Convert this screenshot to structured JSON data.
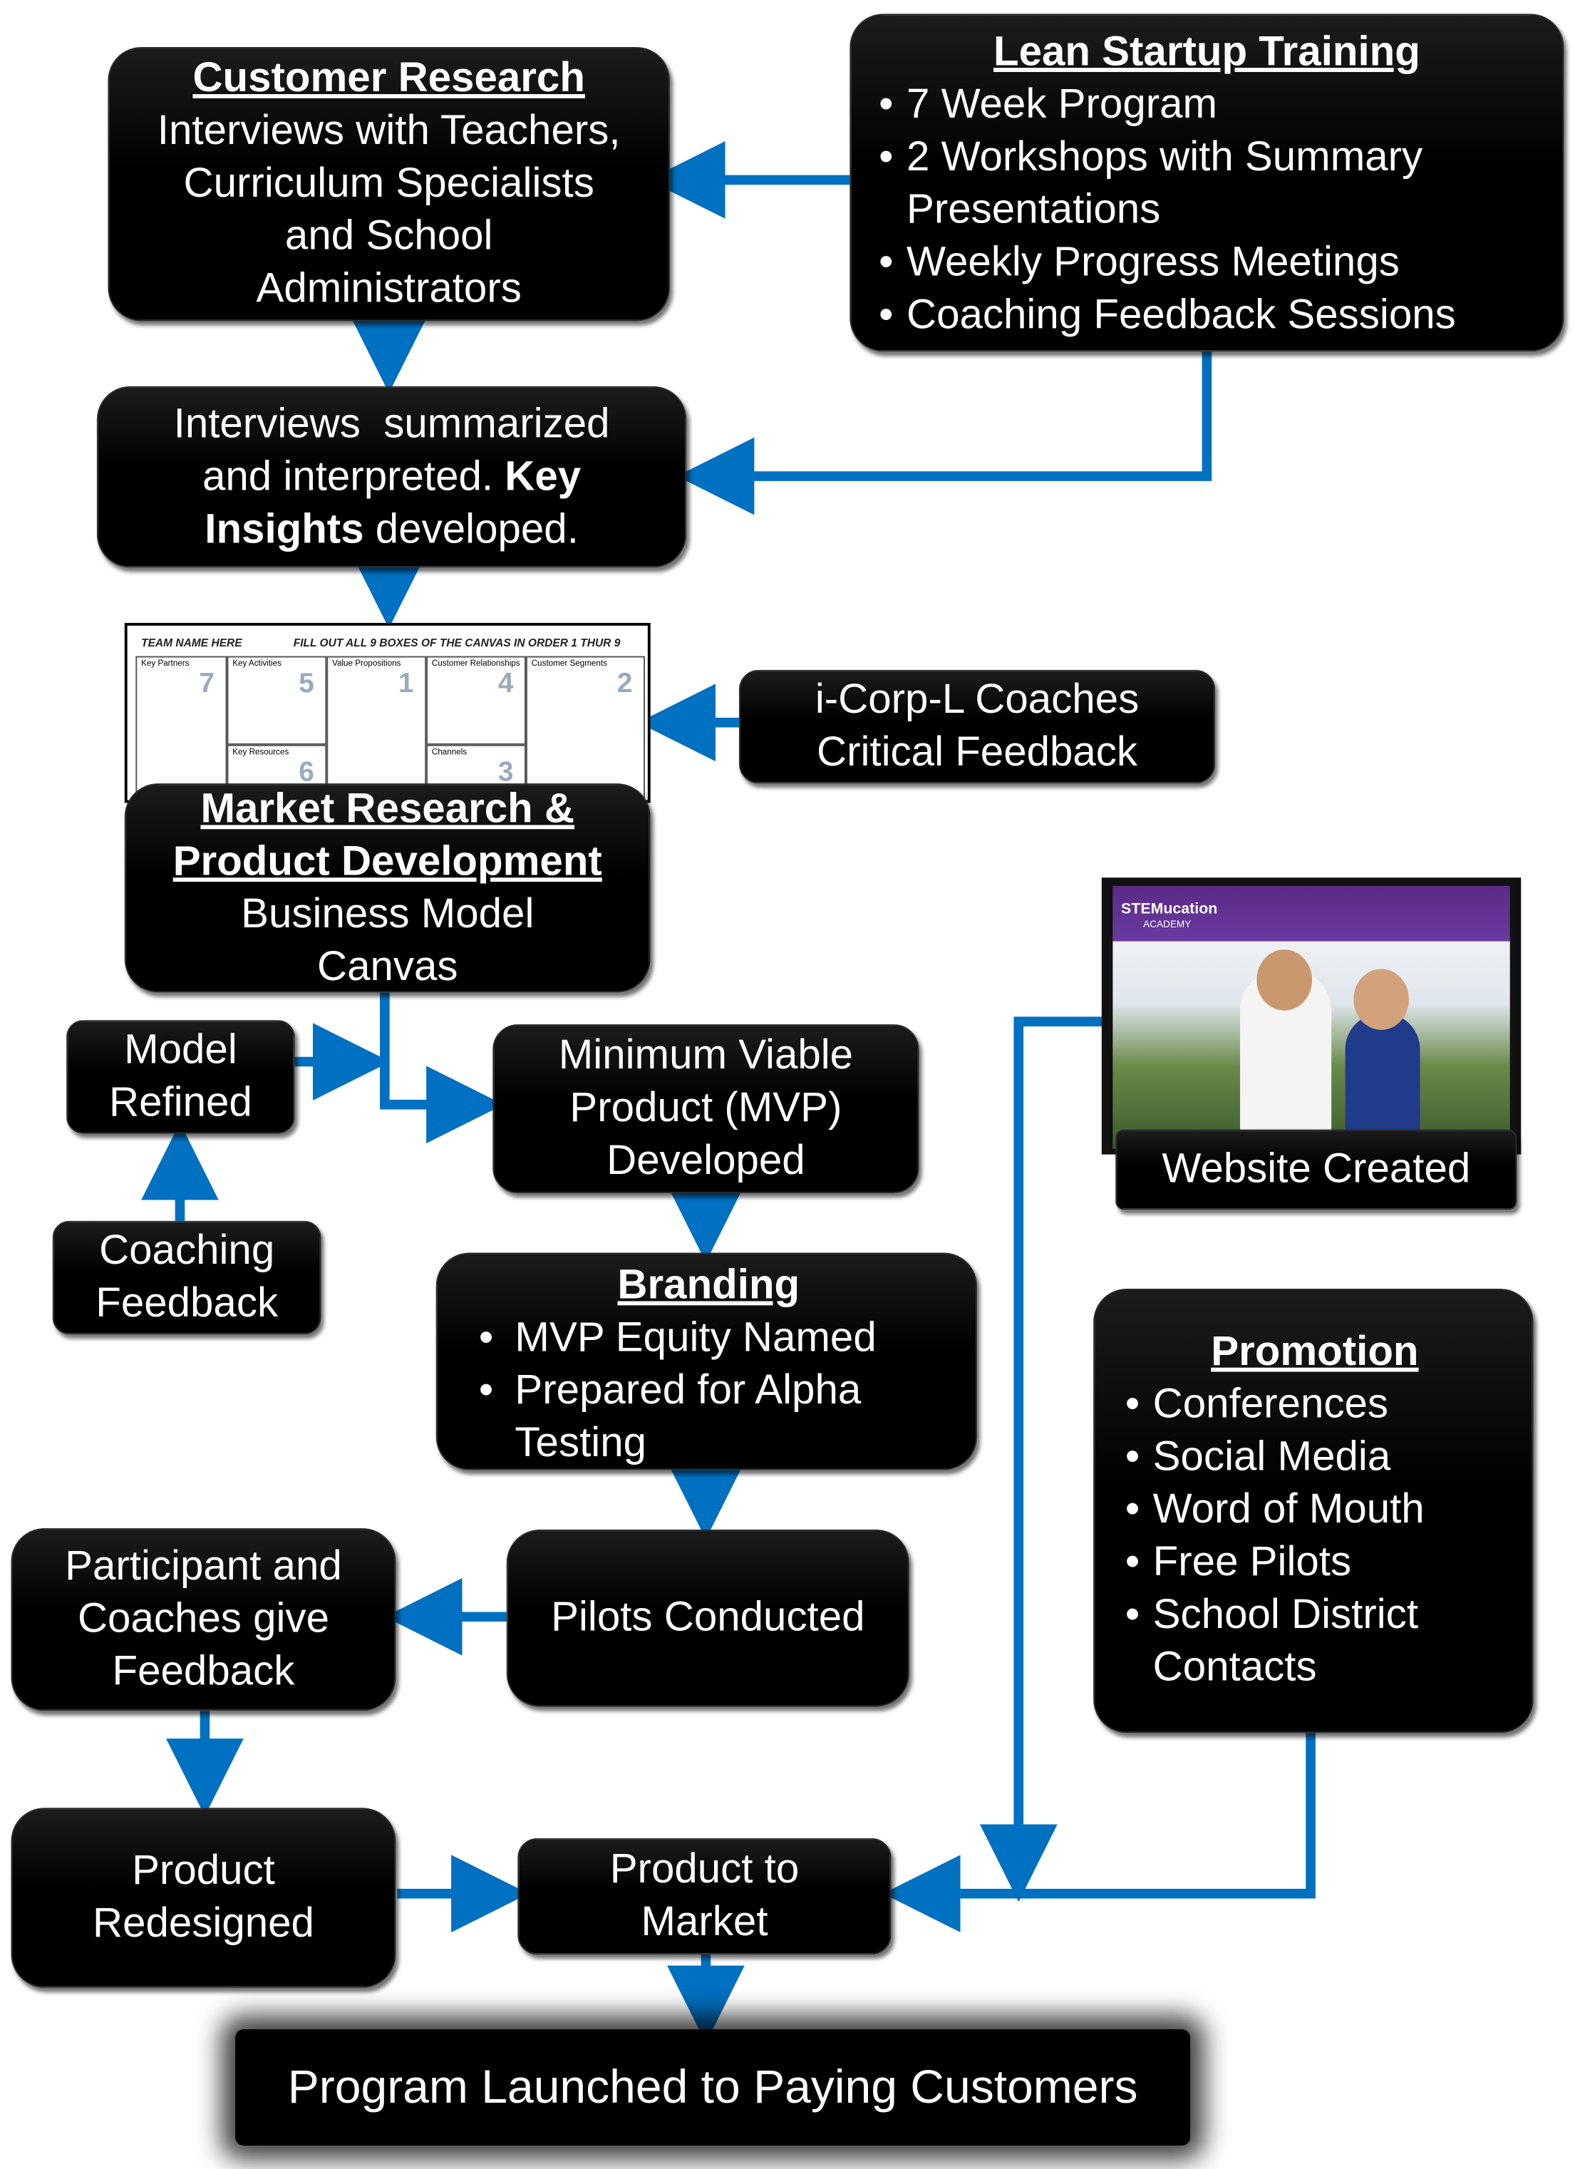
{
  "customer_research": {
    "title": "Customer Research",
    "lines": [
      "Interviews with Teachers,",
      "Curriculum Specialists",
      "and School",
      "Administrators"
    ]
  },
  "lean_startup_training": {
    "title": "Lean Startup Training",
    "items": [
      "7 Week Program",
      "2 Workshops with Summary",
      "Presentations",
      "Weekly Progress Meetings",
      "Coaching Feedback Sessions"
    ]
  },
  "interviews_summarized": {
    "line1": "Interviews  summarized",
    "line2_pre": "and interpreted. ",
    "line2_bold": "Key",
    "line3_bold": "Insights",
    "line3_post": " developed."
  },
  "canvas_image": {
    "header_left": "TEAM NAME HERE",
    "header_right": "FILL OUT ALL 9 BOXES OF THE CANVAS IN ORDER 1 THUR 9",
    "cells": [
      {
        "label": "Key Partners",
        "num": "7"
      },
      {
        "label": "Key Activities",
        "num": "5"
      },
      {
        "label": "Value Propositions",
        "num": "1"
      },
      {
        "label": "Customer Relationships",
        "num": "4"
      },
      {
        "label": "Customer Segments",
        "num": "2"
      },
      {
        "label": "Key Resources",
        "num": "6"
      },
      {
        "label": "Channels",
        "num": "3"
      }
    ]
  },
  "icorp_coaches": {
    "line1": "i-Corp-L Coaches",
    "line2": "Critical Feedback"
  },
  "market_research": {
    "title1": "Market Research &",
    "title2": "Product Development",
    "line1": "Business Model",
    "line2": "Canvas"
  },
  "model_refined": {
    "line1": "Model",
    "line2": "Refined"
  },
  "coaching_feedback": {
    "line1": "Coaching",
    "line2": "Feedback"
  },
  "mvp": {
    "line1": "Minimum Viable",
    "line2": "Product (MVP)",
    "line3": "Developed"
  },
  "website": {
    "logo": "STEMucation",
    "logo_sub": "ACADEMY",
    "label": "Website Created"
  },
  "branding": {
    "title": "Branding",
    "item1": "MVP Equity Named",
    "item2_line1": "Prepared for Alpha",
    "item2_line2": "Testing"
  },
  "promotion": {
    "title": "Promotion",
    "items": [
      "Conferences",
      "Social Media",
      "Word of Mouth",
      "Free Pilots",
      "School District",
      "Contacts"
    ]
  },
  "pilots": {
    "label": "Pilots Conducted"
  },
  "participant_feedback": {
    "line1": "Participant and",
    "line2": "Coaches give",
    "line3": "Feedback"
  },
  "product_redesigned": {
    "line1": "Product",
    "line2": "Redesigned"
  },
  "product_to_market": {
    "line1": "Product to",
    "line2": "Market"
  },
  "program_launched": {
    "label": "Program Launched to Paying Customers"
  },
  "colors": {
    "arrow": "#0070c0",
    "box": "#000000",
    "text": "#ffffff"
  }
}
